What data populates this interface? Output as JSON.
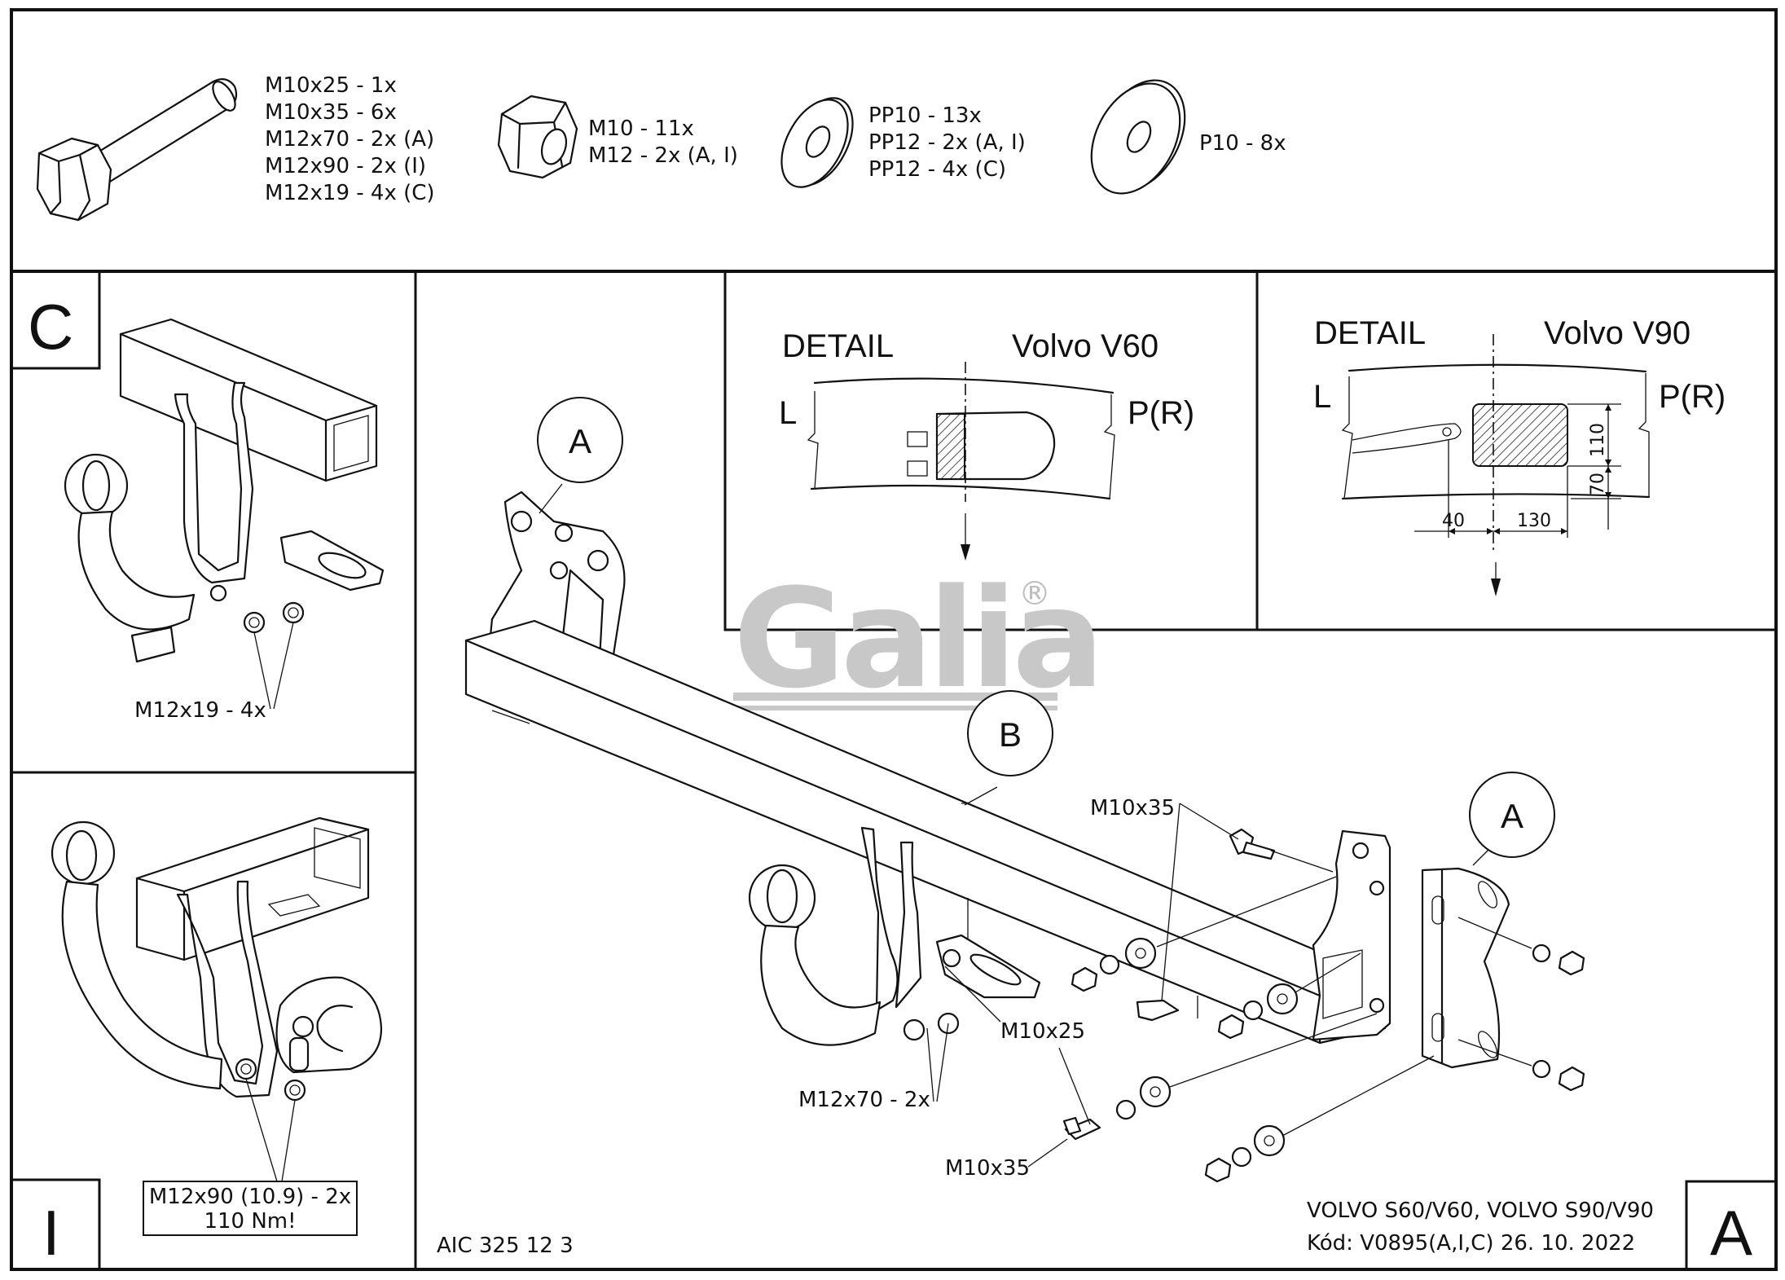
{
  "hardware": {
    "bolt": [
      "M10x25 - 1x",
      "M10x35 - 6x",
      "M12x70 - 2x (A)",
      "M12x90 - 2x (I)",
      "M12x19 - 4x (C)"
    ],
    "nut": [
      "M10 - 11x",
      "M12 - 2x (A, I)"
    ],
    "washer_small": [
      "PP10 - 13x",
      "PP12 - 2x (A, I)",
      "PP12 - 4x (C)"
    ],
    "washer_large": [
      "P10 - 8x"
    ]
  },
  "panel_c": {
    "letter": "C",
    "bolt_label": "M12x19 - 4x"
  },
  "panel_i": {
    "letter": "I",
    "bolt_label_line1": "M12x90 (10.9) - 2x",
    "bolt_label_line2": "110 Nm!"
  },
  "detail_v60": {
    "title": "DETAIL",
    "model": "Volvo V60",
    "left": "L",
    "right": "P(R)"
  },
  "detail_v90": {
    "title": "DETAIL",
    "model": "Volvo V90",
    "left": "L",
    "right": "P(R)",
    "dims": {
      "h_top": "110",
      "h_bottom": "70",
      "w_left": "40",
      "w_right": "130"
    }
  },
  "main": {
    "callout_a_left": "A",
    "callout_b": "B",
    "callout_a_right": "A",
    "labels": {
      "m10x35_top": "M10x35",
      "m10x25": "M10x25",
      "m12x70": "M12x70 - 2x",
      "m10x35_bottom": "M10x35"
    }
  },
  "logo": {
    "text": "Galia",
    "mark": "®"
  },
  "footer": {
    "code": "AIC 325 12 3",
    "vehicle": "VOLVO S60/V60, VOLVO S90/V90",
    "kod": "Kód: V0895(A,I,C)  26. 10. 2022",
    "letter": "A"
  }
}
